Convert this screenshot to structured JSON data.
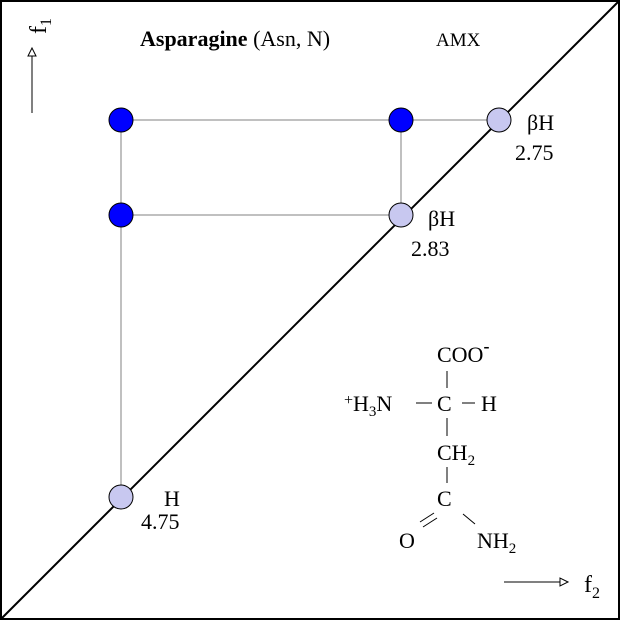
{
  "title": {
    "bold": "Asparagine",
    "rest": "(Asn, N)",
    "system": "AMX"
  },
  "axes": {
    "f1": {
      "base": "f",
      "sub": "1"
    },
    "f2": {
      "base": "f",
      "sub": "2"
    }
  },
  "peaks": [
    {
      "label": "βH",
      "shift": "2.75"
    },
    {
      "label": "βH",
      "shift": "2.83"
    },
    {
      "label": "H",
      "shift": "4.75"
    }
  ],
  "molecule": {
    "coo": "COO",
    "coo_charge": "-",
    "nh3_plus": "+",
    "nh3_h": "H",
    "nh3_sub": "3",
    "nh3_n": "N",
    "c_alpha": "C",
    "h_alpha": "H",
    "ch2": "CH",
    "ch2_sub": "2",
    "c_amide": "C",
    "o": "O",
    "nh2": "NH",
    "nh2_sub": "2"
  },
  "colors": {
    "cross_peak": "#0000ff",
    "diagonal_peak": "#c8c8f0",
    "grid_line": "#808080"
  }
}
